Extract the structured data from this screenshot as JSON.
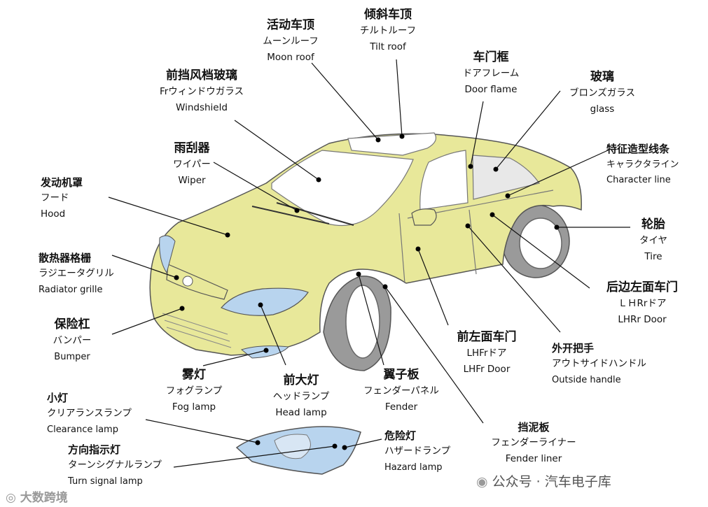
{
  "labels": [
    {
      "zh": "活动车顶",
      "ja": "ムーンルーフ",
      "en": "Moon roof"
    },
    {
      "zh": "倾斜车顶",
      "ja": "チルトルーフ",
      "en": "Tilt roof"
    },
    {
      "zh": "车门框",
      "ja": "ドアフレーム",
      "en": "Door flame"
    },
    {
      "zh": "前挡风档玻璃",
      "ja": "Frウィンドウガラス",
      "en": "Windshield"
    },
    {
      "zh": "玻璃",
      "ja": "ブロンズガラス",
      "en": "glass"
    },
    {
      "zh": "雨刮器",
      "ja": "ワイパー",
      "en": "Wiper"
    },
    {
      "zh": "特征造型线条",
      "ja": "キャラクタライン",
      "en": "Character line"
    },
    {
      "zh": "发动机罩",
      "ja": "フード",
      "en": "Hood"
    },
    {
      "zh": "轮胎",
      "ja": "タイヤ",
      "en": "Tire"
    },
    {
      "zh": "散热器格栅",
      "ja": "ラジエータグリル",
      "en": "Radiator grille"
    },
    {
      "zh": "后边左面车门",
      "ja": "ＬＨRrドア",
      "en": "LHRr Door"
    },
    {
      "zh": "保险杠",
      "ja": "バンパー",
      "en": "Bumper"
    },
    {
      "zh": "前左面车门",
      "ja": "LHFrドア",
      "en": "LHFr Door"
    },
    {
      "zh": "外开把手",
      "ja": "アウトサイドハンドル",
      "en": "Outside handle"
    },
    {
      "zh": "雾灯",
      "ja": "フォグランプ",
      "en": "Fog lamp"
    },
    {
      "zh": "前大灯",
      "ja": "ヘッドランプ",
      "en": "Head lamp"
    },
    {
      "zh": "翼子板",
      "ja": "フェンダーパネル",
      "en": "Fender"
    },
    {
      "zh": "小灯",
      "ja": "クリアランスランプ",
      "en": "Clearance lamp"
    },
    {
      "zh": "危险灯",
      "ja": "ハザードランプ",
      "en": "Hazard  lamp"
    },
    {
      "zh": "挡泥板",
      "ja": "フェンダーライナー",
      "en": "Fender liner"
    },
    {
      "zh": "方向指示灯",
      "ja": "ターンシグナルランプ",
      "en": "Turn signal lamp"
    }
  ],
  "watermark": {
    "text": "公众号 · 汽车电子库",
    "brand": "大数跨境"
  },
  "colors": {
    "body": "#E8E89A",
    "lamp": "#B8D4EE",
    "tire": "#9A9A9A",
    "outline": "#555555",
    "leader": "#111111"
  }
}
